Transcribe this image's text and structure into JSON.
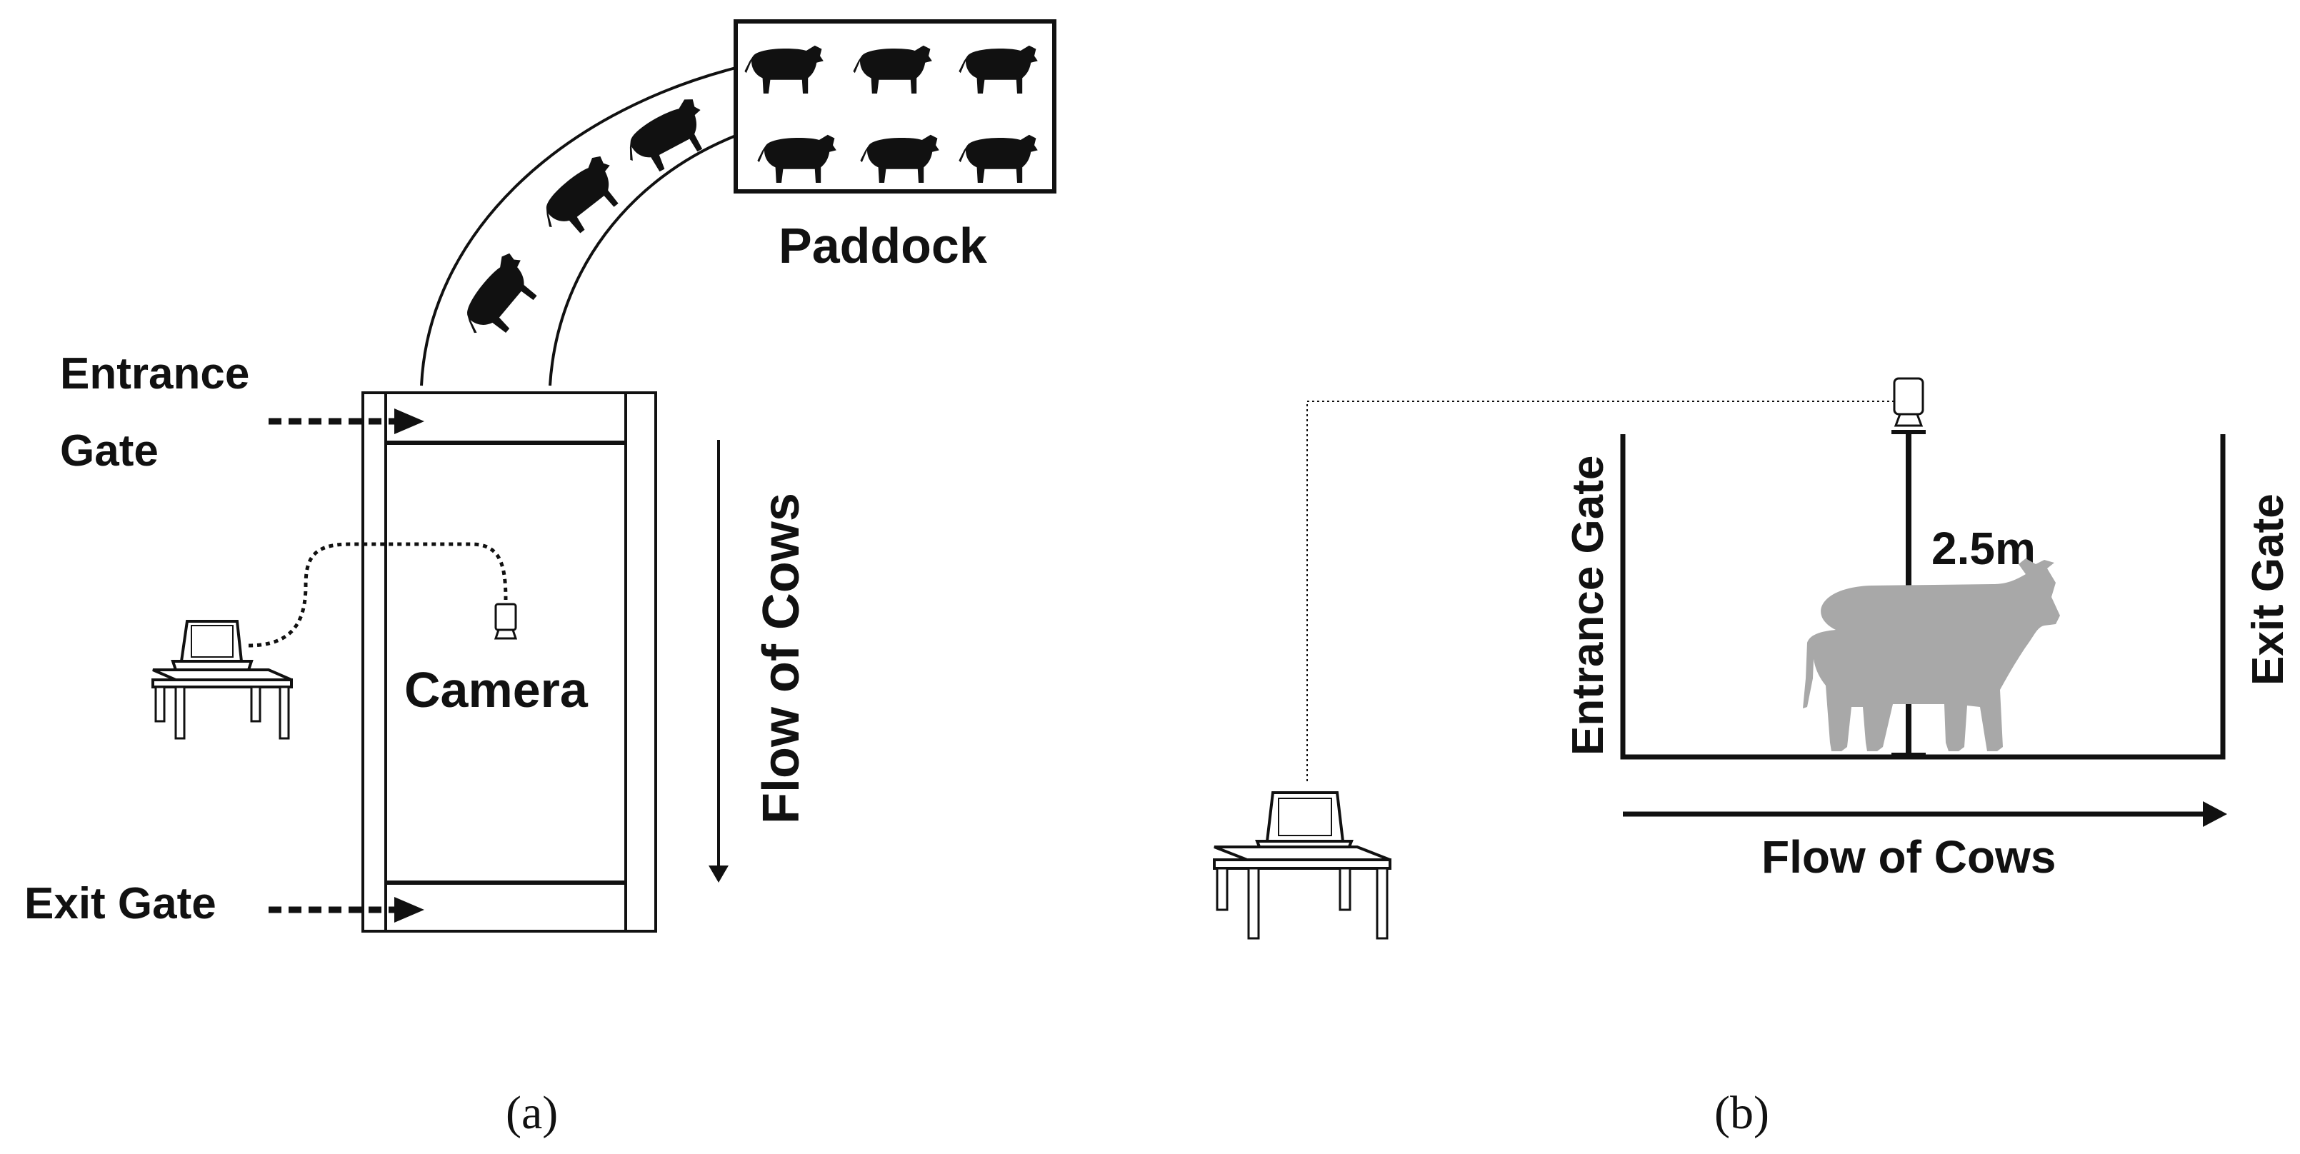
{
  "panel_a": {
    "paddock_label": "Paddock",
    "entrance_label_line1": "Entrance",
    "entrance_label_line2": "Gate",
    "exit_label": "Exit Gate",
    "camera_label": "Camera",
    "flow_label": "Flow of Cows",
    "caption": "(a)"
  },
  "panel_b": {
    "entrance_label": "Entrance Gate",
    "exit_label": "Exit Gate",
    "height_label": "2.5m",
    "flow_label": "Flow of Cows",
    "caption": "(b)"
  },
  "colors": {
    "ink": "#111111",
    "cow_gray": "#a8a8a8"
  }
}
